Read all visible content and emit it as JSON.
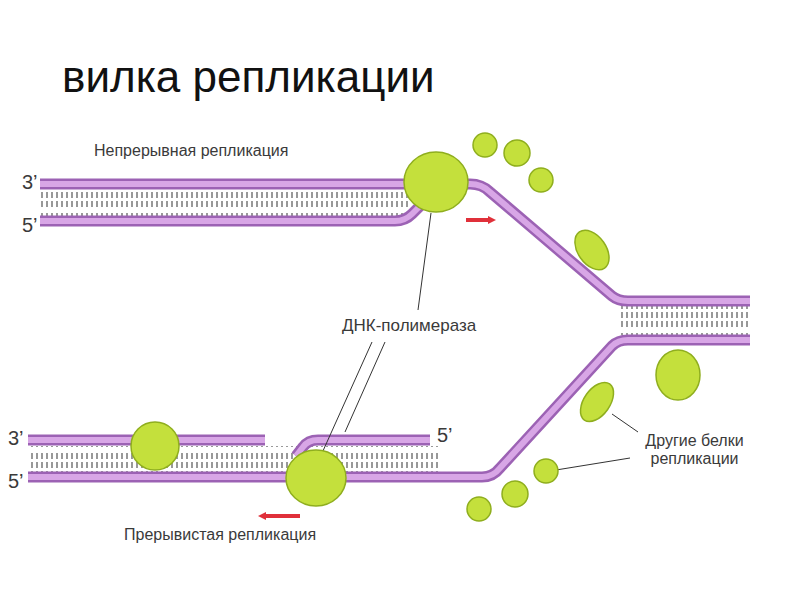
{
  "diagram": {
    "title": "вилка репликации",
    "labels": [
      "Непрерывная репликация",
      "3’",
      "5’",
      "ДНК-полимераза",
      "5’",
      "Другие белки репликации",
      "3’",
      "5’",
      "Прерывистая репликация"
    ]
  }
}
